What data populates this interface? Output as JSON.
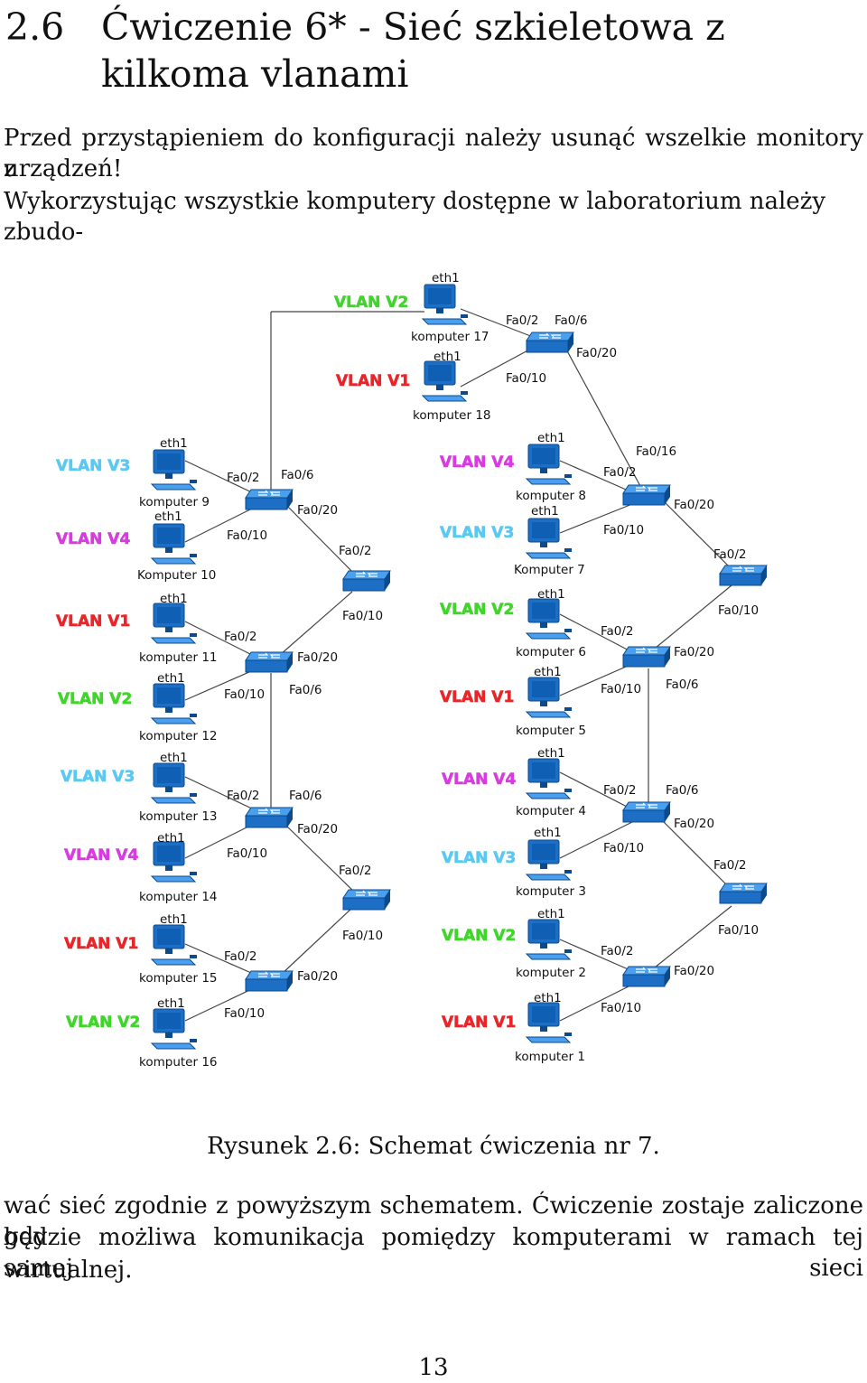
{
  "section": {
    "number": "2.6",
    "title": "Ćwiczenie 6* - Sieć szkieletowa z kilkoma vlanami"
  },
  "intro": {
    "line1": "Przed przystąpieniem do konfiguracji należy usunąć wszelkie monitory z",
    "line2": "urządzeń!",
    "line3": "Wykorzystując wszystkie komputery dostępne w laboratorium należy zbudo-"
  },
  "figure": {
    "caption": "Rysunek 2.6: Schemat ćwiczenia nr 7.",
    "colors": {
      "V1": "#e8262a",
      "V2": "#3fd52a",
      "V3": "#5ac8f0",
      "V4": "#d83be0",
      "device": "#1c6fc4",
      "device_light": "#4aa0ee",
      "link": "#444444"
    },
    "vlan_labels": {
      "top_v2": "VLAN V2",
      "top_v1": "VLAN V1",
      "l_v3_a": "VLAN V3",
      "l_v4_a": "VLAN V4",
      "l_v1_a": "VLAN V1",
      "l_v2_a": "VLAN V2",
      "l_v3_b": "VLAN V3",
      "l_v4_b": "VLAN V4",
      "l_v1_b": "VLAN V1",
      "l_v2_b": "VLAN V2",
      "r_v4_a": "VLAN V4",
      "r_v3_a": "VLAN V3",
      "r_v2_a": "VLAN V2",
      "r_v1_a": "VLAN V1",
      "r_v4_b": "VLAN V4",
      "r_v3_b": "VLAN V3",
      "r_v2_b": "VLAN V2",
      "r_v1_b": "VLAN V1"
    },
    "computers": {
      "c17": "komputer 17",
      "c18": "komputer 18",
      "c9": "komputer 9",
      "c10": "Komputer 10",
      "c11": "komputer 11",
      "c12": "komputer 12",
      "c13": "komputer 13",
      "c14": "komputer 14",
      "c15": "komputer 15",
      "c16": "komputer 16",
      "c8": "komputer 8",
      "c7": "Komputer 7",
      "c6": "komputer 6",
      "c5": "komputer 5",
      "c4": "komputer 4",
      "c3": "komputer 3",
      "c2": "komputer 2",
      "c1": "komputer 1"
    },
    "interface": "eth1",
    "ports": {
      "fa0_2": "Fa0/2",
      "fa0_6": "Fa0/6",
      "fa0_10": "Fa0/10",
      "fa0_16": "Fa0/16",
      "fa0_20": "Fa0/20"
    }
  },
  "outro": {
    "line1": "wać sieć zgodnie z powyższym schematem. Ćwiczenie zostaje zaliczone gdy",
    "line2": "będzie możliwa komunikacja pomiędzy komputerami w ramach tej samej sieci",
    "line3": "wirtualnej."
  },
  "page_number": "13"
}
